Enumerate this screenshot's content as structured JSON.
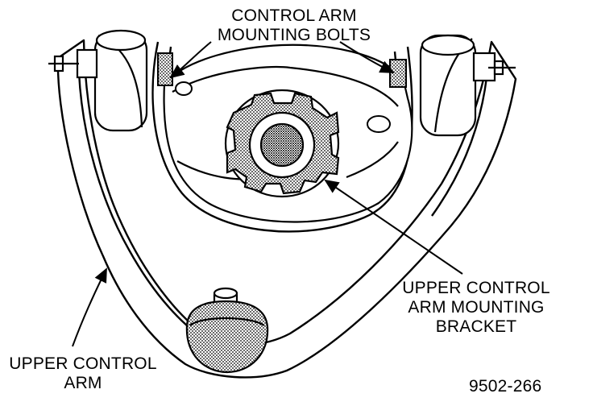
{
  "labels": {
    "mounting_bolts": {
      "line1": "CONTROL ARM",
      "line2": "MOUNTING BOLTS"
    },
    "mounting_bracket": {
      "line1": "UPPER CONTROL",
      "line2": "ARM MOUNTING",
      "line3": "BRACKET"
    },
    "control_arm": {
      "line1": "UPPER CONTROL",
      "line2": "ARM"
    },
    "figure_number": "9502-266"
  }
}
